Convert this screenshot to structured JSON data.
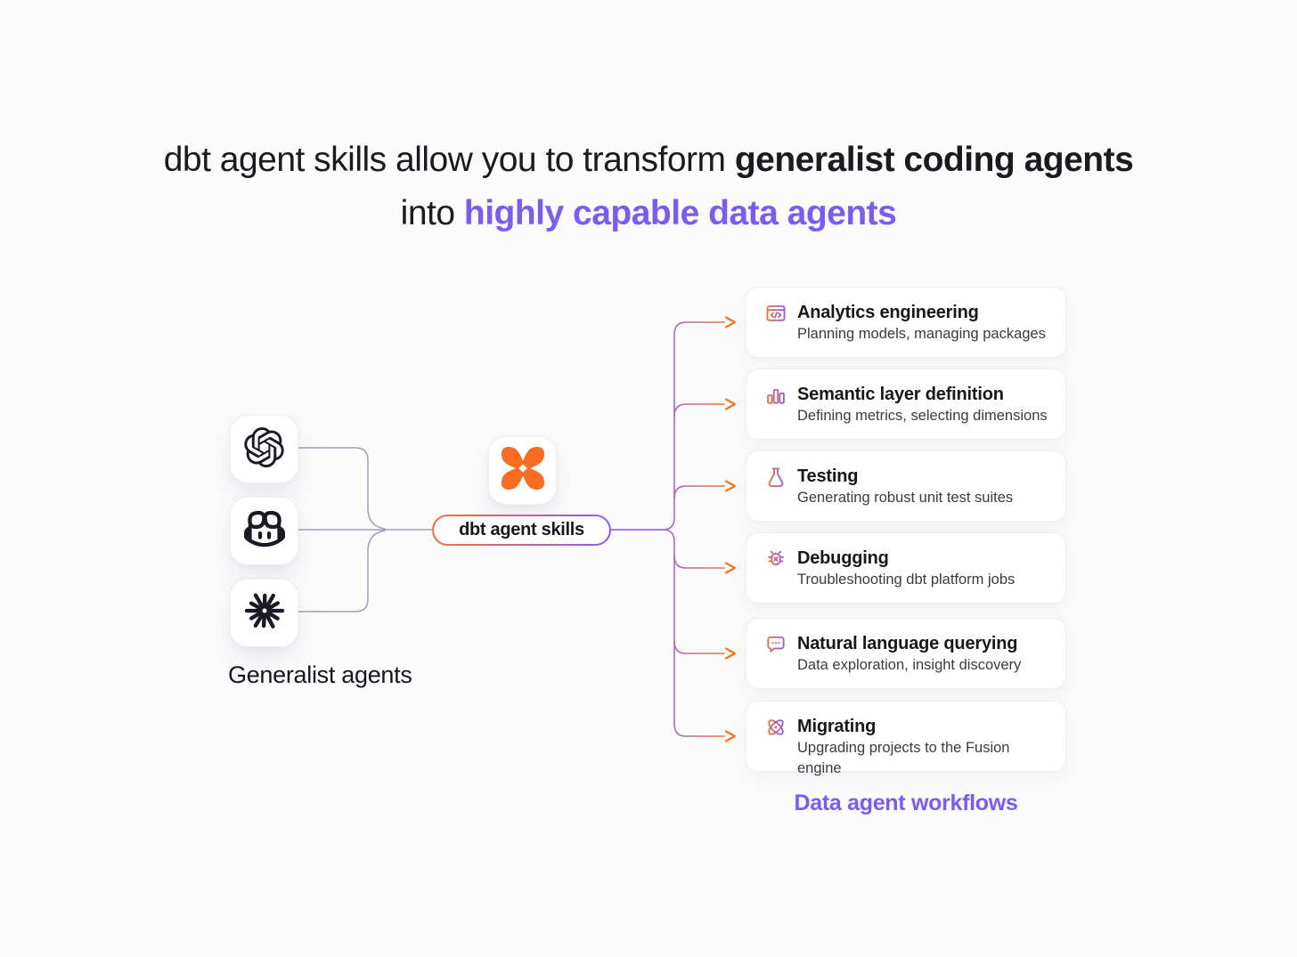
{
  "title": {
    "line1_regular": "dbt agent skills allow you to transform ",
    "line1_bold": "generalist coding agents",
    "line2_regular": "into ",
    "line2_bold": "highly capable data agents"
  },
  "left_group": {
    "label": "Generalist agents",
    "agents": [
      {
        "icon": "openai-logo-icon"
      },
      {
        "icon": "github-copilot-logo-icon"
      },
      {
        "icon": "claude-logo-icon"
      }
    ]
  },
  "center": {
    "logo": "dbt-logo-icon",
    "pill_label": "dbt agent skills"
  },
  "cards": [
    {
      "icon": "code-window-icon",
      "title": "Analytics engineering",
      "subtitle": "Planning models, managing packages"
    },
    {
      "icon": "bar-chart-icon",
      "title": "Semantic layer definition",
      "subtitle": "Defining metrics, selecting dimensions"
    },
    {
      "icon": "flask-icon",
      "title": "Testing",
      "subtitle": "Generating robust unit test suites"
    },
    {
      "icon": "bug-icon",
      "title": "Debugging",
      "subtitle": "Troubleshooting dbt platform jobs"
    },
    {
      "icon": "chat-bubble-icon",
      "title": "Natural language querying",
      "subtitle": "Data exploration, insight discovery"
    },
    {
      "icon": "atom-icon",
      "title": "Migrating",
      "subtitle": "Upgrading projects to the Fusion engine"
    }
  ],
  "footer": {
    "label": "Data agent workflows"
  },
  "colors": {
    "accent_orange": "#F97316",
    "accent_purple": "#8B5CF6",
    "title_purple": "#7A5AF8",
    "dbt_orange": "#FB6C23",
    "line_gray": "#9AA3B2"
  }
}
